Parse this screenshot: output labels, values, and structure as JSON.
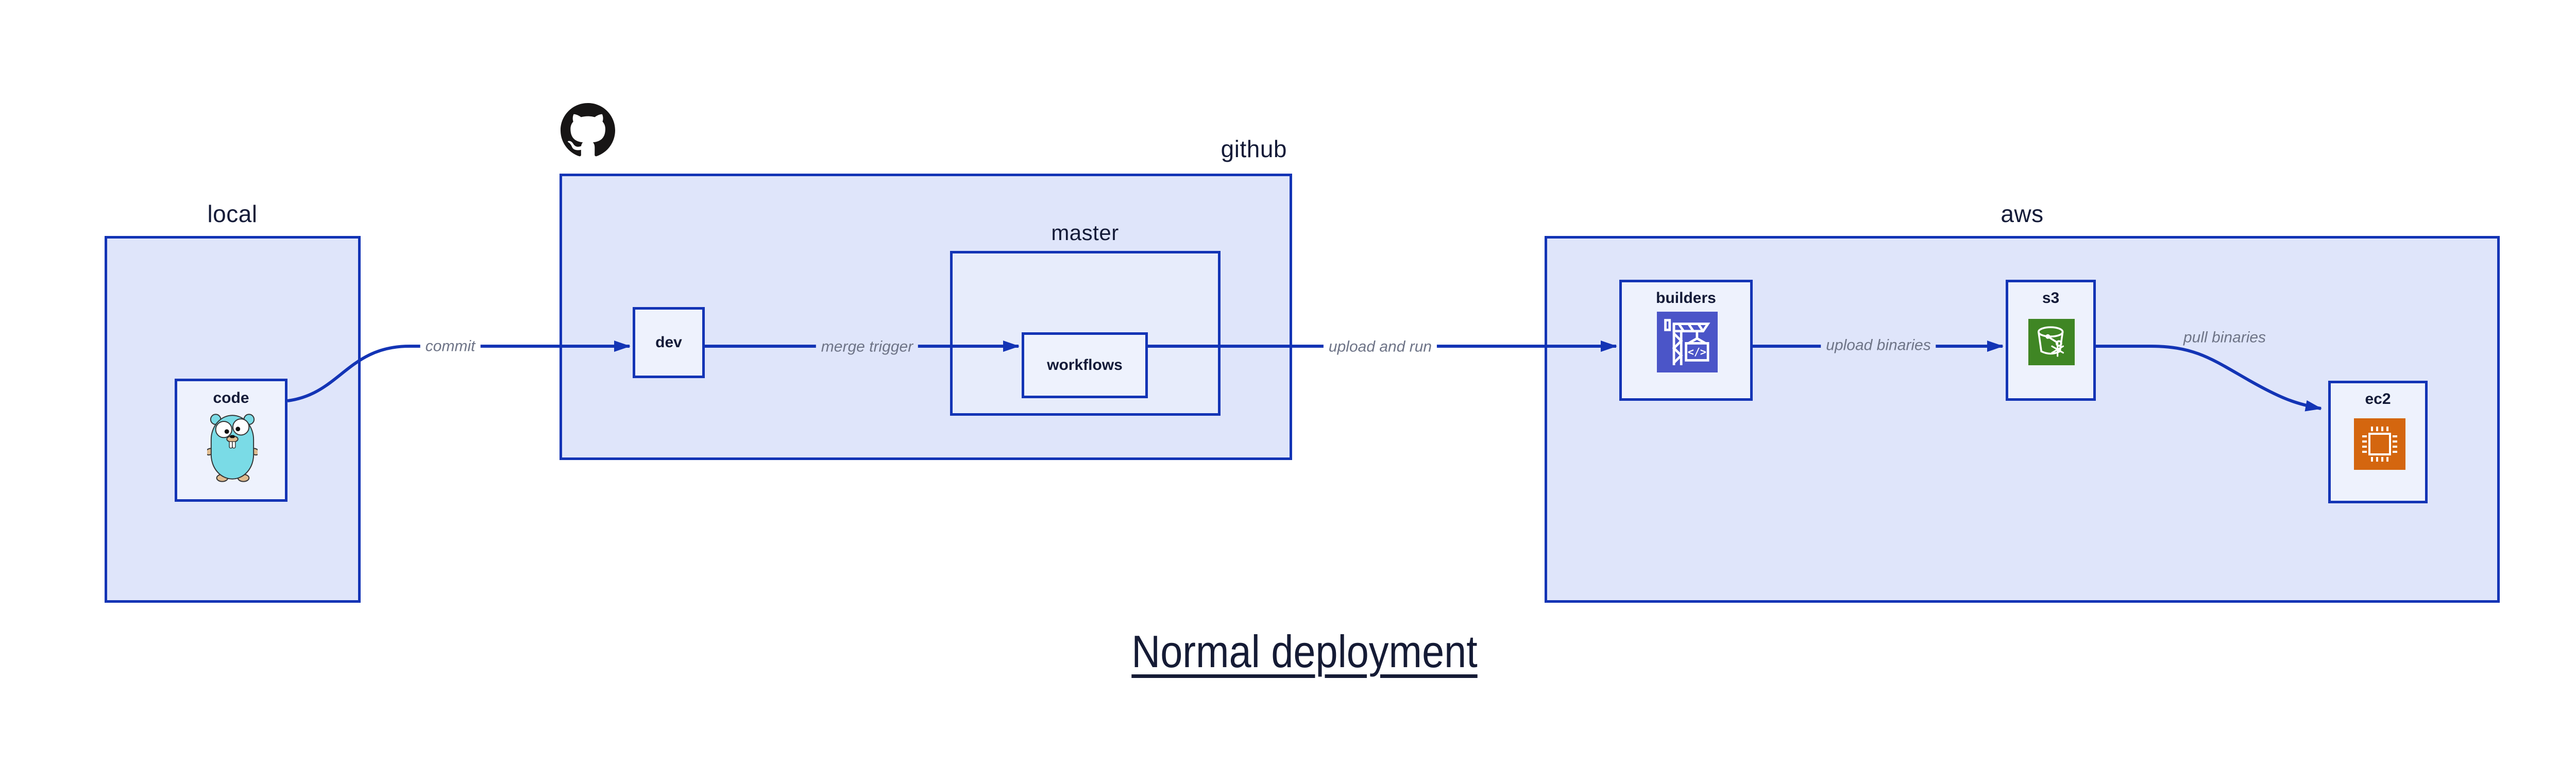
{
  "diagram": {
    "title": "Normal deployment",
    "containers": {
      "local": {
        "label": "local",
        "nodes": {
          "code": {
            "label": "code",
            "icon": "go-gopher-icon"
          }
        }
      },
      "github": {
        "label": "github",
        "badge_icon": "github-octocat-icon",
        "nodes": {
          "dev": {
            "label": "dev"
          },
          "master": {
            "label": "master",
            "nodes": {
              "workflows": {
                "label": "workflows"
              }
            }
          }
        }
      },
      "aws": {
        "label": "aws",
        "nodes": {
          "builders": {
            "label": "builders",
            "icon": "codebuild-crane-icon"
          },
          "s3": {
            "label": "s3",
            "icon": "s3-bucket-icon"
          },
          "ec2": {
            "label": "ec2",
            "icon": "ec2-chip-icon"
          }
        }
      }
    },
    "edges": [
      {
        "from": "code",
        "to": "dev",
        "label": "commit"
      },
      {
        "from": "dev",
        "to": "workflows",
        "label": "merge trigger"
      },
      {
        "from": "workflows",
        "to": "builders",
        "label": "upload and run"
      },
      {
        "from": "builders",
        "to": "s3",
        "label": "upload binaries"
      },
      {
        "from": "s3",
        "to": "ec2",
        "label": "pull binaries"
      }
    ],
    "icons": {
      "code_icon": "go-gopher-icon",
      "github_icon": "github-octocat-icon",
      "builders_icon": "codebuild-crane-icon",
      "s3_icon": "s3-bucket-icon",
      "ec2_icon": "ec2-chip-icon"
    },
    "colors": {
      "border_blue": "#1334b5",
      "arrow_blue": "#1334b5",
      "container_fill": "#dfe5fa",
      "subcontainer_fill": "#e7ecfb",
      "node_fill": "#eef2fd",
      "text_navy": "#141b38",
      "edge_label_gray": "#6e7487",
      "codebuild_indigo": "#4b55c8",
      "s3_green": "#3f8624",
      "ec2_orange": "#d4660f",
      "octocat_black": "#171515",
      "gopher_cyan": "#7adbe6",
      "gopher_tan": "#dfbb8f"
    }
  }
}
